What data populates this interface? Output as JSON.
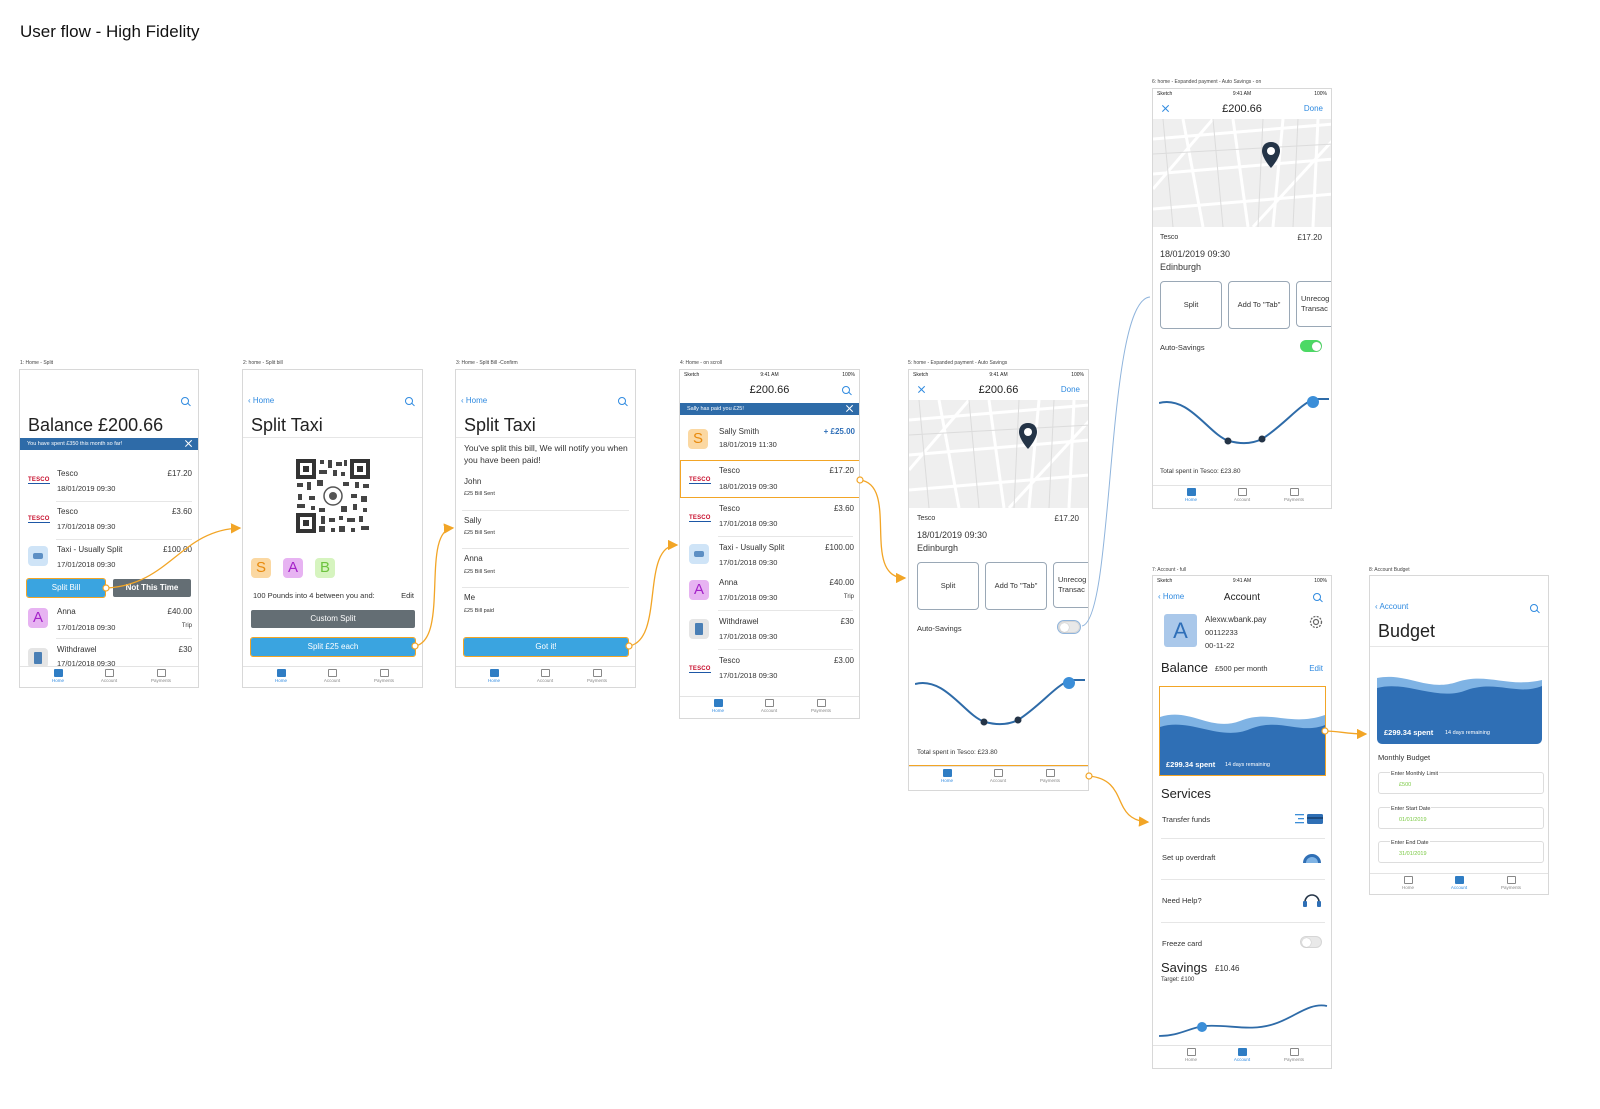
{
  "page_title": "User flow - High Fidelity",
  "captions": {
    "s1": "1: Home - Split",
    "s2": "2: home - Split bill",
    "s3": "3: Home - Split Bill -Confirm",
    "s4": "4: Home - on scroll",
    "s5": "5: home - Expanded payment - Auto Savings",
    "s6": "6: home - Expanded payment - Auto Savings - on",
    "s7": "7: Account - full",
    "s8": "8: Account Budget"
  },
  "status": {
    "carrier": "Sketch",
    "time": "9:41 AM",
    "battery": "100%"
  },
  "tabs": {
    "home": "Home",
    "account": "Account",
    "payments": "Payments"
  },
  "s1": {
    "balance": "Balance £200.66",
    "banner": "You have spent £350 this month so far!",
    "transactions": [
      {
        "name": "Tesco",
        "date": "18/01/2019 09:30",
        "amount": "£17.20"
      },
      {
        "name": "Tesco",
        "date": "17/01/2018 09:30",
        "amount": "£3.60"
      },
      {
        "name": "Taxi - Usually Split",
        "date": "17/01/2018 09:30",
        "amount": "£100.00"
      },
      {
        "name": "Anna",
        "date": "17/01/2018 09:30",
        "amount": "£40.00",
        "tag": "Trip"
      },
      {
        "name": "Withdrawel",
        "date": "17/01/2018 09:30",
        "amount": "£30"
      }
    ],
    "split_btn": "Split Bill",
    "not_btn": "Not This Time",
    "logo_text": "TESCO"
  },
  "s2": {
    "back": "Home",
    "title": "Split Taxi",
    "avatars": [
      "S",
      "A",
      "B"
    ],
    "desc": "100 Pounds into 4 between you and:",
    "edit": "Edit",
    "custom_btn": "Custom Split",
    "split_btn": "Split £25 each"
  },
  "s3": {
    "back": "Home",
    "title": "Split Taxi",
    "message": "You've split this bill, We will notify you when you have been paid!",
    "people": [
      {
        "name": "John",
        "status": "£25 Bill Sent"
      },
      {
        "name": "Sally",
        "status": "£25 Bill Sent"
      },
      {
        "name": "Anna",
        "status": "£25 Bill Sent"
      },
      {
        "name": "Me",
        "status": "£25 Bill paid"
      }
    ],
    "got_btn": "Got it!"
  },
  "s4": {
    "amount": "£200.66",
    "banner": "Sally has paid you £25!",
    "transactions": [
      {
        "name": "Sally Smith",
        "date": "18/01/2019 11:30",
        "amount": "+ £25.00"
      },
      {
        "name": "Tesco",
        "date": "18/01/2019 09:30",
        "amount": "£17.20"
      },
      {
        "name": "Tesco",
        "date": "17/01/2018 09:30",
        "amount": "£3.60"
      },
      {
        "name": "Taxi - Usually Split",
        "date": "17/01/2018 09:30",
        "amount": "£100.00"
      },
      {
        "name": "Anna",
        "date": "17/01/2018 09:30",
        "amount": "£40.00",
        "tag": "Trip"
      },
      {
        "name": "Withdrawel",
        "date": "17/01/2018 09:30",
        "amount": "£30"
      },
      {
        "name": "Tesco",
        "date": "17/01/2018 09:30",
        "amount": "£3.00"
      }
    ]
  },
  "s5": {
    "amount": "£200.66",
    "done": "Done",
    "merchant": "Tesco",
    "price": "£17.20",
    "datetime": "18/01/2019 09:30",
    "location": "Edinburgh",
    "actions": [
      "Split",
      "Add To \"Tab\"",
      "Unrecog Transac"
    ],
    "auto_savings": "Auto-Savings",
    "total": "Total spent in Tesco: £23.80"
  },
  "s6": {
    "amount": "£200.66",
    "done": "Done",
    "merchant": "Tesco",
    "price": "£17.20",
    "datetime": "18/01/2019 09:30",
    "location": "Edinburgh",
    "actions": [
      "Split",
      "Add To \"Tab\"",
      "Unrecog Transac"
    ],
    "auto_savings": "Auto-Savings",
    "total": "Total spent in Tesco: £23.80"
  },
  "s7": {
    "back": "Home",
    "title": "Account",
    "avatar": "A",
    "user": "Alexw.wbank.pay",
    "acct": "00112233",
    "sort": "00-11-22",
    "balance": "Balance",
    "per_month": "£500 per month",
    "edit": "Edit",
    "spent": "£299.34 spent",
    "remaining": "14 days remaining",
    "services": "Services",
    "service_items": [
      "Transfer funds",
      "Set up overdraft",
      "Need Help?",
      "Freeze card"
    ],
    "savings": "Savings",
    "savings_amt": "£10.46",
    "target": "Target: £100"
  },
  "s8": {
    "back": "Account",
    "title": "Budget",
    "spent": "£299.34 spent",
    "remaining": "14 days remaining",
    "monthly": "Monthly Budget",
    "fields": [
      {
        "label": "Enter Monthly Limit",
        "value": "£500"
      },
      {
        "label": "Enter Start Date",
        "value": "01/01/2019"
      },
      {
        "label": "Enter End Date",
        "value": "31/01/2019"
      }
    ]
  }
}
